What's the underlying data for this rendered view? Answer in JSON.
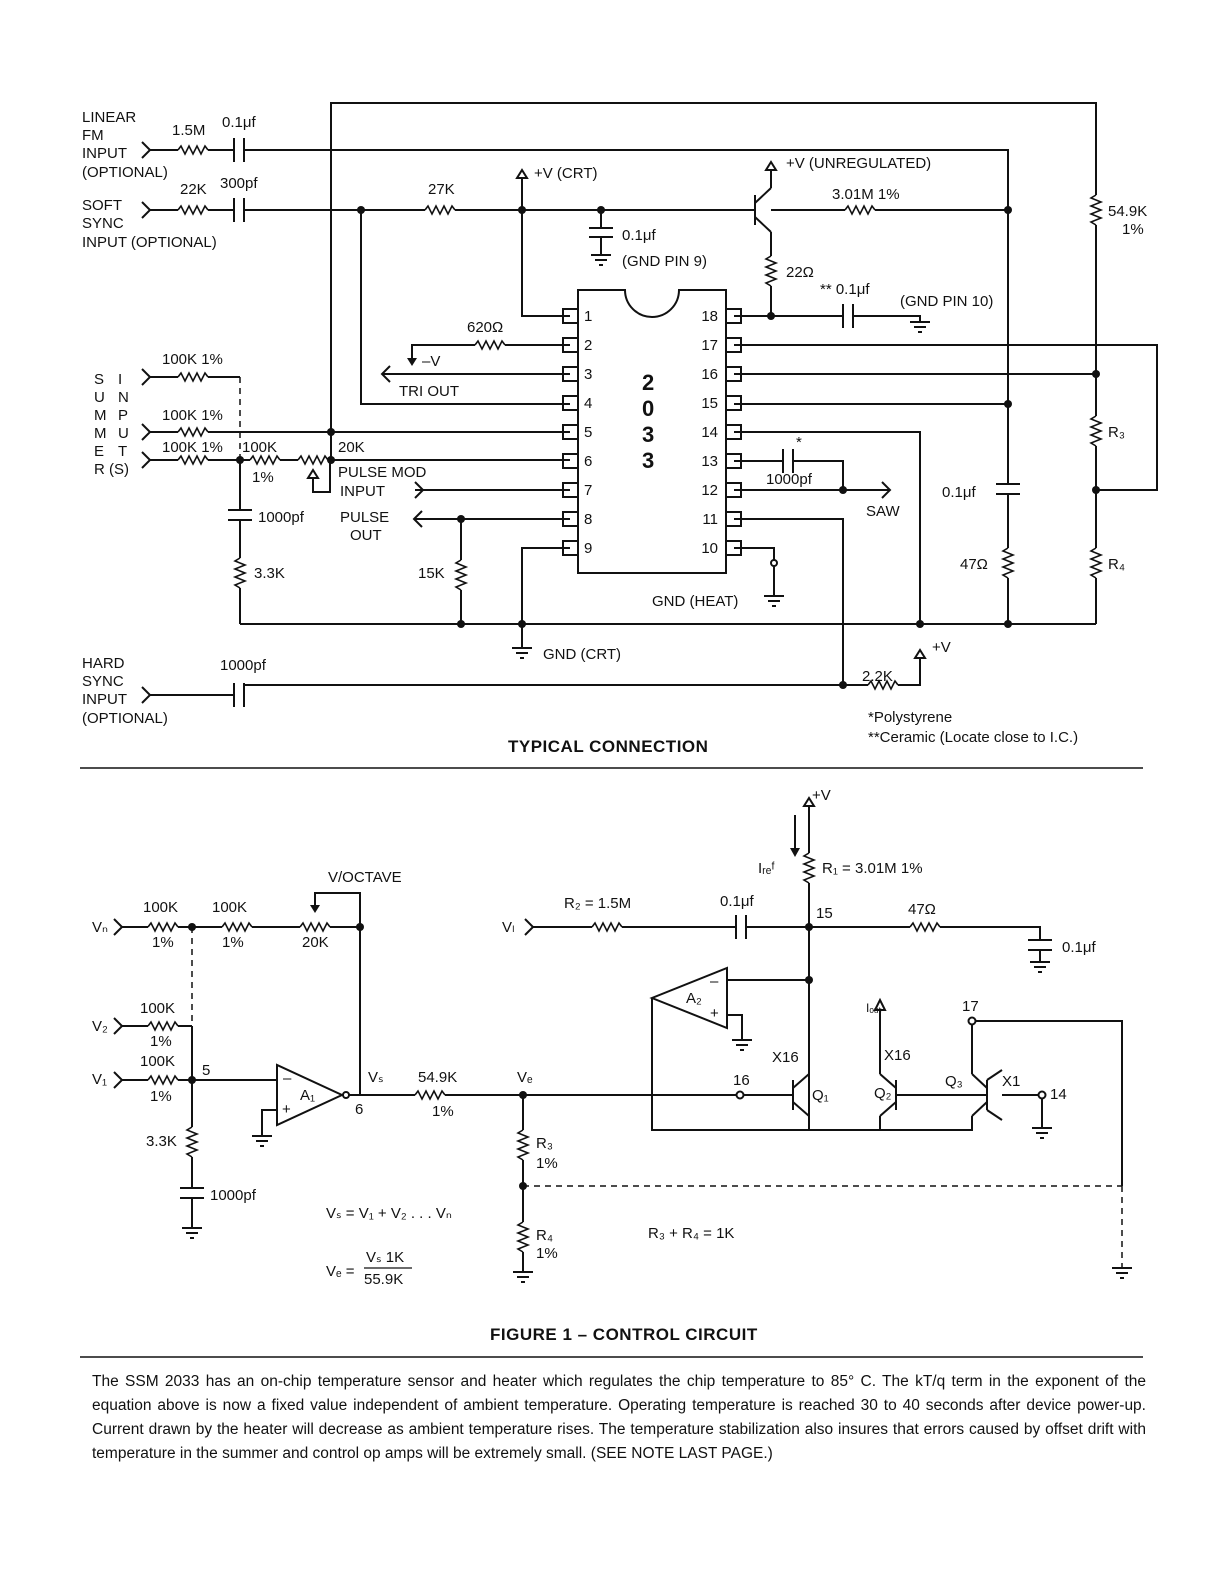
{
  "top_circuit": {
    "caption": "TYPICAL CONNECTION",
    "ic": {
      "line1": "2",
      "line2": "0",
      "line3": "3",
      "line4": "3"
    },
    "pins_left": [
      "1",
      "2",
      "3",
      "4",
      "5",
      "6",
      "7",
      "8",
      "9"
    ],
    "pins_right": [
      "18",
      "17",
      "16",
      "15",
      "14",
      "13",
      "12",
      "11",
      "10"
    ],
    "inputs": {
      "linear_fm": [
        "LINEAR",
        "FM",
        "INPUT",
        "(OPTIONAL)"
      ],
      "soft_sync": [
        "SOFT",
        "SYNC",
        "INPUT (OPTIONAL)"
      ],
      "hard_sync": [
        "HARD",
        "SYNC",
        "INPUT",
        "(OPTIONAL)"
      ],
      "summer_vertical": [
        "S",
        "U",
        "M",
        "M",
        "E",
        "R (S)"
      ],
      "inputs_vertical": [
        "I",
        "N",
        "P",
        "U",
        "T"
      ]
    },
    "components": {
      "r_1_5m": "1.5M",
      "c_0_1uf_fm": "0.1μf",
      "r_22k": "22K",
      "c_300pf": "300pf",
      "r_27k": "27K",
      "v_crt": "+V (CRT)",
      "c_0_1uf_crt": "0.1μf",
      "gnd_pin9": "(GND PIN 9)",
      "v_unreg": "+V (UNREGULATED)",
      "r_3_01m": "3.01M 1%",
      "r_22": "22Ω",
      "c_0_1uf_ceramic": "** 0.1μf",
      "gnd_pin10": "(GND PIN 10)",
      "r_54_9k": "54.9K",
      "r_54_9k_tol": "1%",
      "r_620": "620Ω",
      "neg_v": "–V",
      "tri_out": "TRI OUT",
      "r_100k_a": "100K 1%",
      "r_100k_b": "100K 1%",
      "r_100k_c": "100K 1%",
      "r_100k_d": "100K",
      "r_100k_d_tol": "1%",
      "pot_20k": "20K",
      "pulse_mod": "PULSE MOD",
      "pulse_mod_2": "INPUT",
      "pulse_out": "PULSE",
      "pulse_out_2": "OUT",
      "c_1000pf_sum": "1000pf",
      "r_3_3k": "3.3K",
      "r_15k": "15K",
      "c_1000pf_saw": "1000pf",
      "saw": "SAW",
      "star": "*",
      "gnd_heat": "GND (HEAT)",
      "gnd_crt": "GND (CRT)",
      "r3": "R₃",
      "r4": "R₄",
      "c_0_1uf_r": "0.1μf",
      "r_47": "47Ω",
      "v_plus": "+V",
      "r_2_2k": "2.2K",
      "c_1000pf_hard": "1000pf",
      "note1": "*Polystyrene",
      "note2": "**Ceramic (Locate close to I.C.)"
    }
  },
  "bottom_circuit": {
    "caption": "FIGURE 1 – CONTROL CIRCUIT",
    "labels": {
      "vn": "Vₙ",
      "v2": "V₂",
      "v1": "V₁",
      "vl": "Vₗ",
      "r100k_n": "100K",
      "r100k_n_tol": "1%",
      "r100k_n2": "100K",
      "r100k_n2_tol": "1%",
      "v_octave": "V/OCTAVE",
      "pot_20k": "20K",
      "r100k_2": "100K",
      "r100k_2_tol": "1%",
      "r100k_1": "100K",
      "r100k_1_tol": "1%",
      "node5": "5",
      "r3_3k": "3.3K",
      "c1000pf": "1000pf",
      "a1": "A₁",
      "vs": "Vₛ",
      "node6": "6",
      "r54_9k": "54.9K",
      "r54_9k_tol": "1%",
      "ve": "Vₑ",
      "r3": "R₃",
      "r3_tol": "1%",
      "r4": "R₄",
      "r4_tol": "1%",
      "eq_r": "R₃ + R₄ = 1K",
      "eq_vs": "Vₛ = V₁ + V₂ . . . Vₙ",
      "eq_ve_lhs": "Vₑ =",
      "eq_ve_num": "Vₛ 1K",
      "eq_ve_den": "55.9K",
      "plus_v": "+V",
      "iref": "Iᵣₑᶠ",
      "r1": "R₁ = 3.01M 1%",
      "r2": "R₂ = 1.5M",
      "c0_1uf": "0.1μf",
      "node15": "15",
      "r47": "47Ω",
      "c0_1uf_r": "0.1μf",
      "a2": "A₂",
      "iout": "Iₒᵤₜ",
      "node17": "17",
      "x16_a": "X16",
      "x16_b": "X16",
      "x1": "X1",
      "node16": "16",
      "q1": "Q₁",
      "q2": "Q₂",
      "q3": "Q₃",
      "node14": "14",
      "minus": "–",
      "plus": "+"
    }
  },
  "paragraph": "The SSM 2033 has an on-chip temperature sensor and heater which regulates the chip temperature to 85° C. The kT/q term in the exponent of the equation above is now a fixed value independent of ambient temperature. Operating temperature is reached 30 to 40 seconds after device power-up. Current drawn by the heater will decrease as ambient temperature rises. The temperature stabilization also insures that errors caused by offset drift with temperature in the summer and control op amps will be extremely small. (SEE NOTE LAST PAGE.)"
}
